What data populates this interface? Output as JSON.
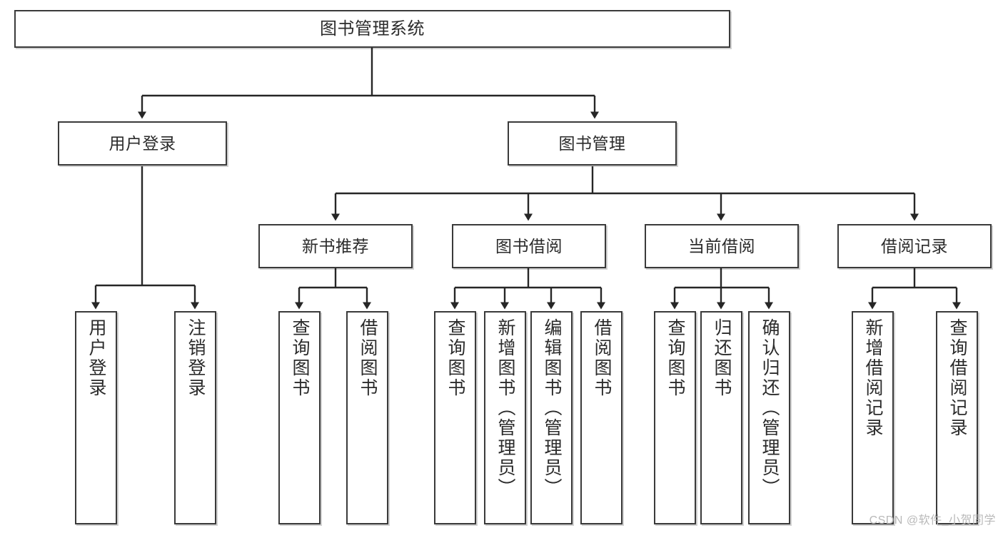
{
  "diagram": {
    "title": "图书管理系统",
    "type": "tree",
    "watermark": "CSDN @软件_小贺同学",
    "colors": {
      "box_border": "#3a3a3a",
      "box_fill": "#ffffff",
      "edge": "#262626",
      "text": "#2b2b2b",
      "watermark": "#b9b9b9"
    },
    "nodes": {
      "root": {
        "label": "图书管理系统"
      },
      "level1": [
        {
          "id": "user-login",
          "label": "用户登录"
        },
        {
          "id": "book-management",
          "label": "图书管理"
        }
      ],
      "level2": [
        {
          "id": "new-book-recommend",
          "label": "新书推荐"
        },
        {
          "id": "book-borrow",
          "label": "图书借阅"
        },
        {
          "id": "current-borrow",
          "label": "当前借阅"
        },
        {
          "id": "borrow-record",
          "label": "借阅记录"
        }
      ],
      "leaves": {
        "user-login": [
          {
            "id": "leaf-user-login",
            "label": "用户登录"
          },
          {
            "id": "leaf-logout",
            "label": "注销登录"
          }
        ],
        "new-book-recommend": [
          {
            "id": "leaf-query-books-1",
            "label": "查询图书"
          },
          {
            "id": "leaf-borrow-books-1",
            "label": "借阅图书"
          }
        ],
        "book-borrow": [
          {
            "id": "leaf-query-books-2",
            "label": "查询图书"
          },
          {
            "id": "leaf-add-book",
            "label": "新增图书（管理员）"
          },
          {
            "id": "leaf-edit-book",
            "label": "编辑图书（管理员）"
          },
          {
            "id": "leaf-borrow-books-2",
            "label": "借阅图书"
          }
        ],
        "current-borrow": [
          {
            "id": "leaf-query-books-3",
            "label": "查询图书"
          },
          {
            "id": "leaf-return-book",
            "label": "归还图书"
          },
          {
            "id": "leaf-confirm-return",
            "label": "确认归还（管理员）"
          }
        ],
        "borrow-record": [
          {
            "id": "leaf-add-record",
            "label": "新增借阅记录"
          },
          {
            "id": "leaf-query-record",
            "label": "查询借阅记录"
          }
        ]
      }
    }
  }
}
